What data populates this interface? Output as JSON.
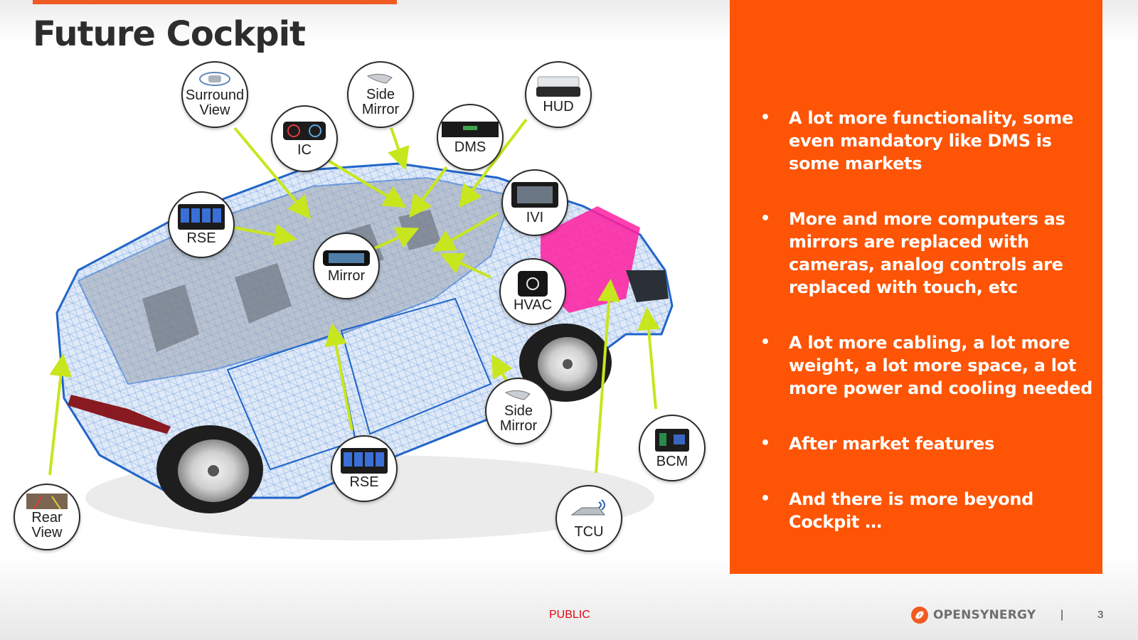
{
  "slide": {
    "title": "Future Cockpit"
  },
  "diagram": {
    "callouts": [
      {
        "id": "surround-view",
        "label": "Surround\nView"
      },
      {
        "id": "ic",
        "label": "IC"
      },
      {
        "id": "side-mirror-top",
        "label": "Side\nMirror"
      },
      {
        "id": "dms",
        "label": "DMS"
      },
      {
        "id": "hud",
        "label": "HUD"
      },
      {
        "id": "rse-top",
        "label": "RSE"
      },
      {
        "id": "mirror",
        "label": "Mirror"
      },
      {
        "id": "ivi",
        "label": "IVI"
      },
      {
        "id": "hvac",
        "label": "HVAC"
      },
      {
        "id": "side-mirror-bottom",
        "label": "Side\nMirror"
      },
      {
        "id": "rse-bottom",
        "label": "RSE"
      },
      {
        "id": "bcm",
        "label": "BCM"
      },
      {
        "id": "tcu",
        "label": "TCU"
      },
      {
        "id": "rear-view",
        "label": "Rear\nView"
      }
    ],
    "colors": {
      "arrow": "#c8e61e",
      "wireframe": "#1f64c8",
      "engine_highlight": "#ff1fa0"
    }
  },
  "panel": {
    "bullets": [
      "A lot more functionality, some even mandatory like DMS is some markets",
      "More and more computers as mirrors are replaced with cameras, analog controls are replaced with touch, etc",
      "A lot more cabling, a lot more weight, a lot more space, a lot more power and cooling needed",
      "After market features",
      "And there is more beyond Cockpit …"
    ],
    "bullet_symbol": "•",
    "background": "#fd5405"
  },
  "footer": {
    "classification": "PUBLIC",
    "brand": "OPENSYNERGY",
    "separator": "|",
    "page_number": "3",
    "brand_color": "#f15a22"
  }
}
